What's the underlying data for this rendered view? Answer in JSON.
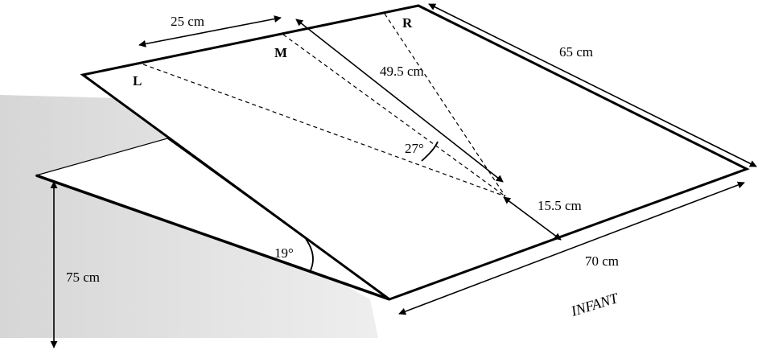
{
  "diagram": {
    "points": {
      "left": "L",
      "middle": "M",
      "right": "R"
    },
    "measurements": {
      "lm_distance": "25 cm",
      "center_to_m": "49.5 cm",
      "top_edge": "65 cm",
      "center_to_front": "15.5 cm",
      "front_edge": "70 cm",
      "height": "75 cm"
    },
    "angles": {
      "center_angle": "27°",
      "incline_angle": "19°"
    },
    "subject_label": "INFANT"
  }
}
